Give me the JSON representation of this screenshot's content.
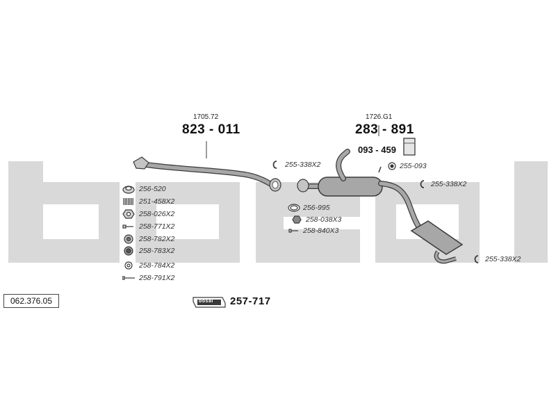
{
  "brand_watermark": "bosal",
  "catalog_number": "062.376.05",
  "front_pipe": {
    "ref": "1705.72",
    "part": "823 - 011"
  },
  "rear_section": {
    "ref": "1726.G1",
    "part": "283 - 891"
  },
  "bracket_part": "093 - 459",
  "mounting_kit": {
    "logo": "bosal",
    "part": "257-717"
  },
  "colors": {
    "watermark": "#d9d9d9",
    "pipe": "#a7a7a7",
    "outline": "#3a3a3a"
  },
  "hardware_list": [
    {
      "code": "256-520",
      "icon": "gasket-ring-icon"
    },
    {
      "code": "251-458X2",
      "icon": "spring-icon"
    },
    {
      "code": "258-026X2",
      "icon": "hex-nut-icon"
    },
    {
      "code": "258-771X2",
      "icon": "small-bolt-icon"
    },
    {
      "code": "258-782X2",
      "icon": "washer-icon"
    },
    {
      "code": "258-783X2",
      "icon": "flange-nut-icon"
    },
    {
      "code": "258-784X2",
      "icon": "ring-icon"
    },
    {
      "code": "258-791X2",
      "icon": "long-bolt-icon"
    }
  ],
  "mid_parts": [
    {
      "code": "255-338X2",
      "icon": "clamp-icon"
    },
    {
      "code": "256-995",
      "icon": "gasket-icon"
    },
    {
      "code": "258-038X3",
      "icon": "nut-icon"
    },
    {
      "code": "258-840X3",
      "icon": "bolt-icon"
    }
  ],
  "right_parts": [
    {
      "code": "255-093",
      "icon": "rubber-mount-icon"
    },
    {
      "code": "255-338X2",
      "icon": "clamp-icon"
    },
    {
      "code": "255-338X2",
      "icon": "clamp-icon"
    }
  ]
}
